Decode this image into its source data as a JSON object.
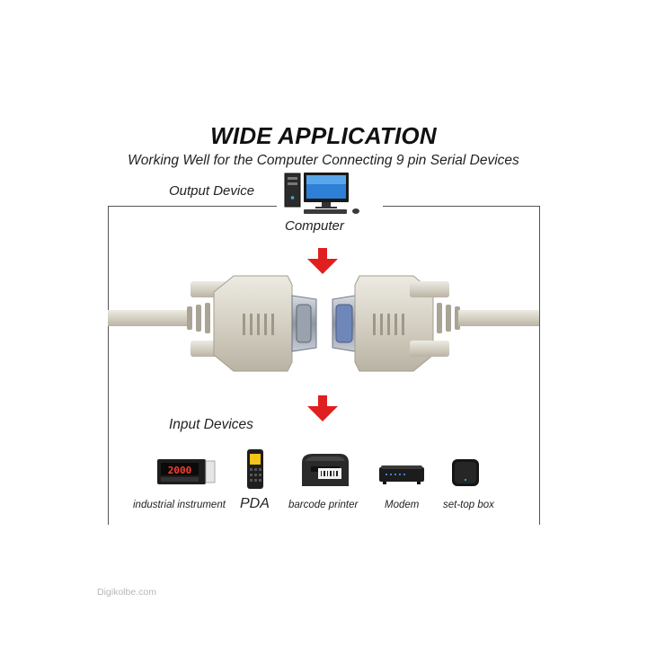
{
  "heading": {
    "title": "WIDE APPLICATION",
    "subtitle": "Working Well for the Computer Connecting 9 pin Serial Devices"
  },
  "output": {
    "section_label": "Output Device",
    "device_label": "Computer",
    "icon": "desktop-computer-icon"
  },
  "input": {
    "section_label": "Input Devices",
    "devices": [
      {
        "label": "industrial instrument",
        "icon": "industrial-instrument-icon",
        "display": "2000"
      },
      {
        "label": "PDA",
        "icon": "pda-icon"
      },
      {
        "label": "barcode printer",
        "icon": "barcode-printer-icon"
      },
      {
        "label": "Modem",
        "icon": "modem-icon"
      },
      {
        "label": "set-top box",
        "icon": "set-top-box-icon"
      }
    ]
  },
  "cable": {
    "icon": "db9-serial-cable-icon",
    "color": "#d9d4c7"
  },
  "arrows": {
    "color": "#e02020"
  },
  "watermark": "Digikolbe.com"
}
